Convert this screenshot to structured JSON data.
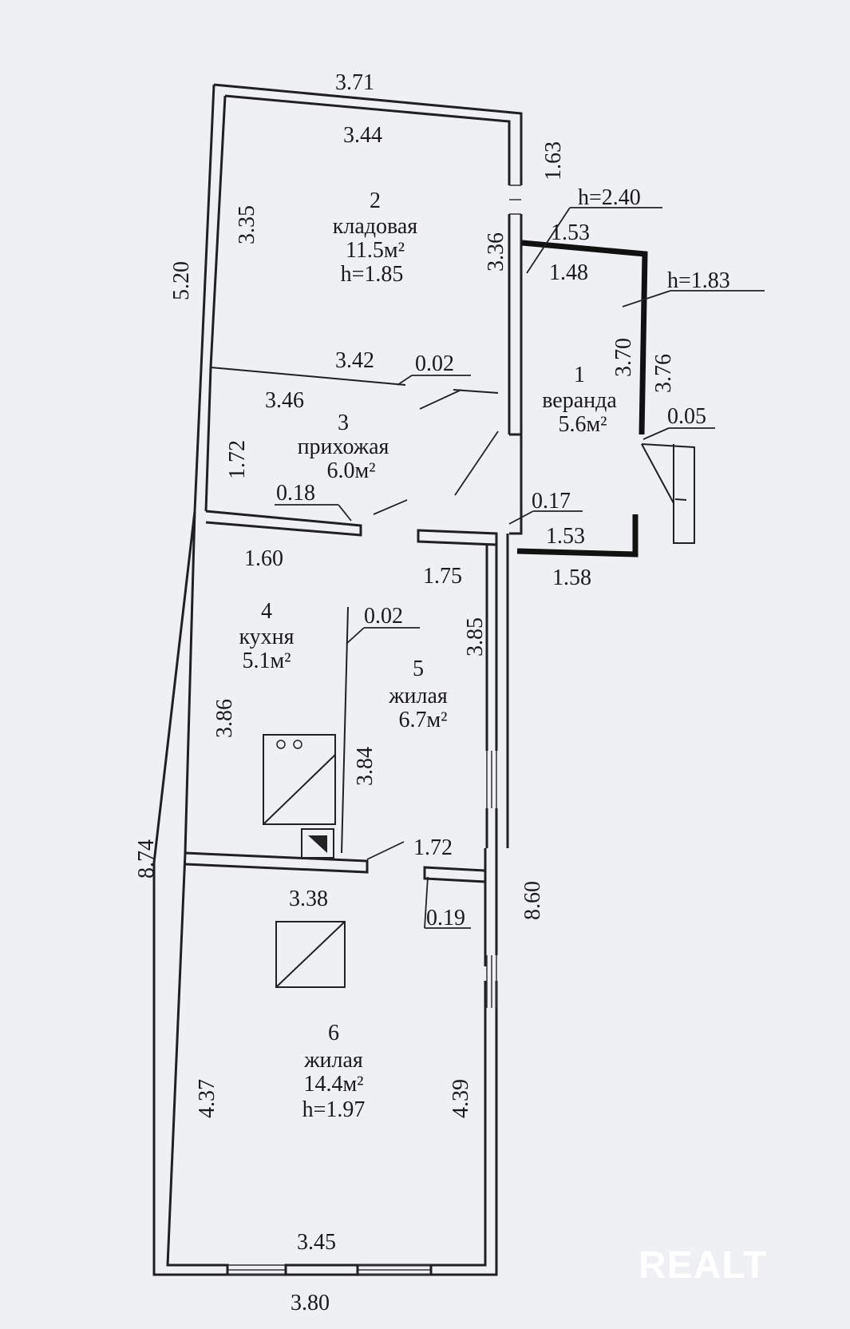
{
  "rooms": [
    {
      "number": "1",
      "name": "веранда",
      "area": "5.6м²"
    },
    {
      "number": "2",
      "name": "кладовая",
      "area": "11.5м²",
      "height": "h=1.85"
    },
    {
      "number": "3",
      "name": "прихожая",
      "area": "6.0м²"
    },
    {
      "number": "4",
      "name": "кухня",
      "area": "5.1м²"
    },
    {
      "number": "5",
      "name": "жилая",
      "area": "6.7м²"
    },
    {
      "number": "6",
      "name": "жилая",
      "area": "14.4м²",
      "height": "h=1.97"
    }
  ],
  "dimensions": {
    "top_outer": "3.71",
    "top_inner": "3.44",
    "right_2_outer": "1.63",
    "h_veranda_1": "h=2.40",
    "veranda_top_outer": "1.53",
    "veranda_top_inner": "1.48",
    "h_veranda_2": "h=1.83",
    "veranda_right_inner": "3.70",
    "veranda_right_outer": "3.76",
    "veranda_door": "0.05",
    "veranda_bottom_wall": "0.17",
    "veranda_bottom_inner": "1.53",
    "veranda_bottom_outer": "1.58",
    "left_2_outer": "5.20",
    "room2_left": "3.35",
    "room2_right": "3.36",
    "room2_bottom": "3.42",
    "partition_2_3": "0.02",
    "room3_top": "3.46",
    "room3_left": "1.72",
    "partition_3_4": "0.18",
    "room4_top": "1.60",
    "room5_top": "1.75",
    "partition_4_5": "0.02",
    "room5_right": "3.85",
    "room4_left": "3.86",
    "room4_right": "3.84",
    "left_total": "8.74",
    "room5_bottom": "1.72",
    "right_total": "8.60",
    "room6_top": "3.38",
    "partition_5_6": "0.19",
    "room6_left": "4.37",
    "room6_right": "4.39",
    "room6_bottom_inner": "3.45",
    "bottom_outer": "3.80"
  },
  "watermark": "REALT"
}
